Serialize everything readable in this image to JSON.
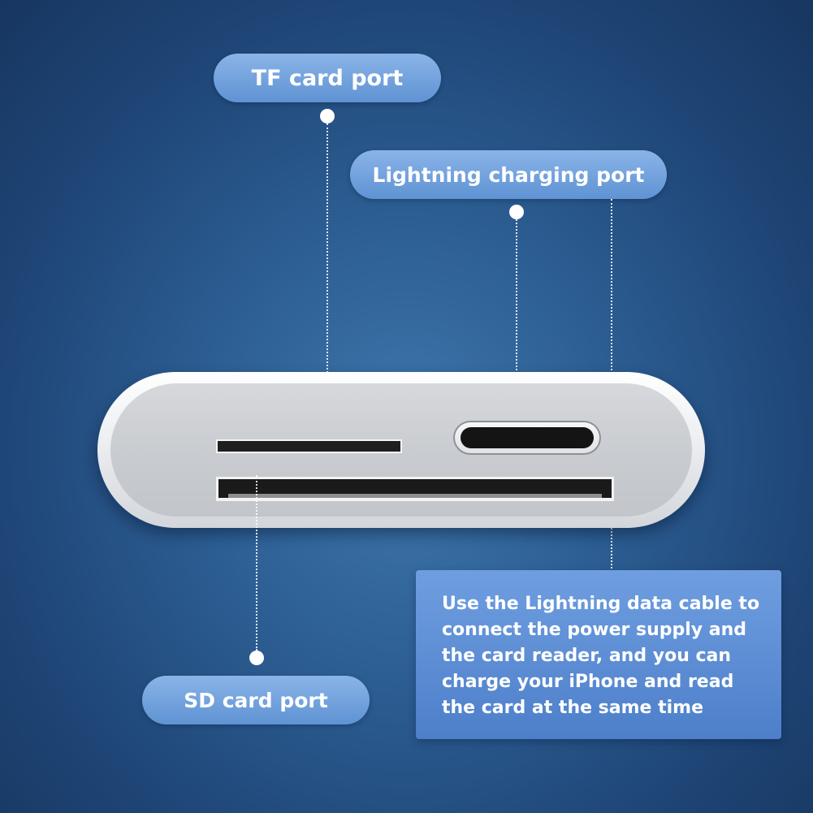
{
  "labels": {
    "tf_card_port": "TF card port",
    "lightning_charging_port": "Lightning charging port",
    "sd_card_port": "SD card port"
  },
  "note": {
    "lines": [
      "Use the Lightning data cable to",
      "connect the power supply and",
      "the card reader, and you can",
      "charge your iPhone and read",
      "the card at the same time"
    ]
  },
  "colors": {
    "background": "#2d5f94",
    "label_pill": "#7aa7e0",
    "note_box": "#5d8fd6",
    "device_body": "#e6e8eb"
  }
}
